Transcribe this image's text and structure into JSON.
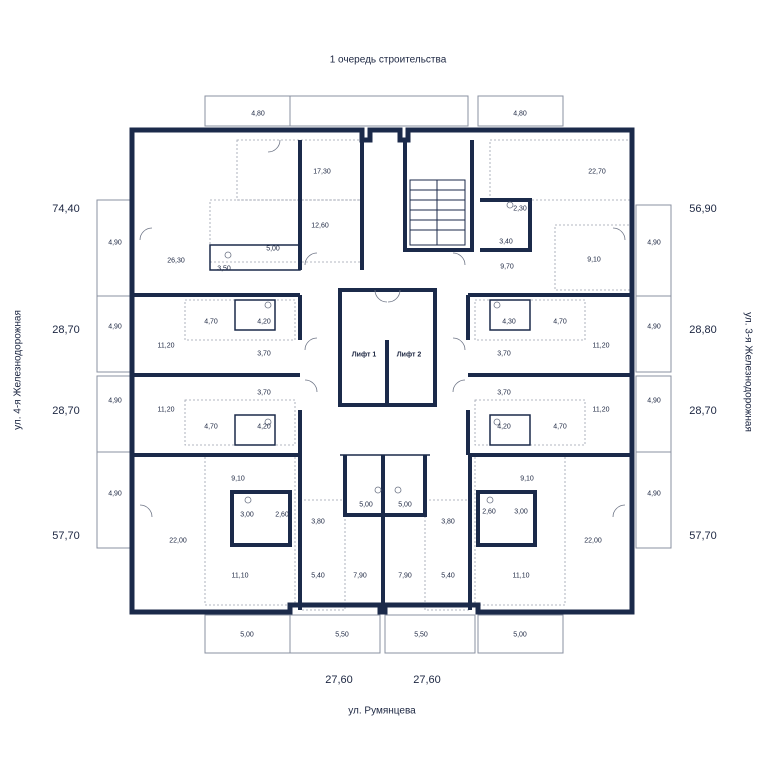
{
  "streets": {
    "top": "1 очередь строительства",
    "bottom": "ул. Румянцева",
    "left": "ул. 4-я Железнодорожная",
    "right": "ул. 3-я Железнодорожная"
  },
  "totals": {
    "left_1": "74,40",
    "left_2": "28,70",
    "left_3": "28,70",
    "left_4": "57,70",
    "right_1": "56,90",
    "right_2": "28,80",
    "right_3": "28,70",
    "right_4": "57,70",
    "bottom_left": "27,60",
    "bottom_right": "27,60"
  },
  "lifts": {
    "lift1": "Лифт 1",
    "lift2": "Лифт 2"
  },
  "rooms": {
    "balcony_top_left": "4,80",
    "balcony_top_right": "4,80",
    "r17_30": "17,30",
    "r12_60": "12,60",
    "r26_30": "26,30",
    "r5_00_tl": "5,00",
    "r3_50": "3,50",
    "r22_70": "22,70",
    "r2_30": "2,30",
    "r3_40": "3,40",
    "r9_70": "9,70",
    "r9_10_tr": "9,10",
    "bal_l1": "4,90",
    "bal_l2": "4,90",
    "bal_l3": "4,90",
    "bal_l4": "4,90",
    "bal_r1": "4,90",
    "bal_r2": "4,90",
    "bal_r3": "4,90",
    "bal_r4": "4,90",
    "l2_4_70": "4,70",
    "l2_4_20": "4,20",
    "l2_11_20": "11,20",
    "l2_3_70": "3,70",
    "l3_3_70": "3,70",
    "l3_11_20": "11,20",
    "l3_4_70": "4,70",
    "l3_4_20": "4,20",
    "r2_4_30": "4,30",
    "r2_4_70": "4,70",
    "r2_11_20": "11,20",
    "r2_3_70": "3,70",
    "r3_3_70": "3,70",
    "r3_11_20": "11,20",
    "r3_4_20": "4,20",
    "r3_4_70": "4,70",
    "bl_9_10": "9,10",
    "bl_3_00": "3,00",
    "bl_2_60": "2,60",
    "bl_22_00": "22,00",
    "bl_11_10": "11,10",
    "bl_3_80": "3,80",
    "bl_5_40": "5,40",
    "bl_7_90": "7,90",
    "bl_5_00": "5,00",
    "br_5_00": "5,00",
    "br_7_90": "7,90",
    "br_5_40": "5,40",
    "br_3_80": "3,80",
    "br_9_10": "9,10",
    "br_2_60": "2,60",
    "br_3_00": "3,00",
    "br_22_00": "22,00",
    "br_11_10": "11,10",
    "bal_b1": "5,00",
    "bal_b2": "5,50",
    "bal_b3": "5,50",
    "bal_b4": "5,00"
  }
}
